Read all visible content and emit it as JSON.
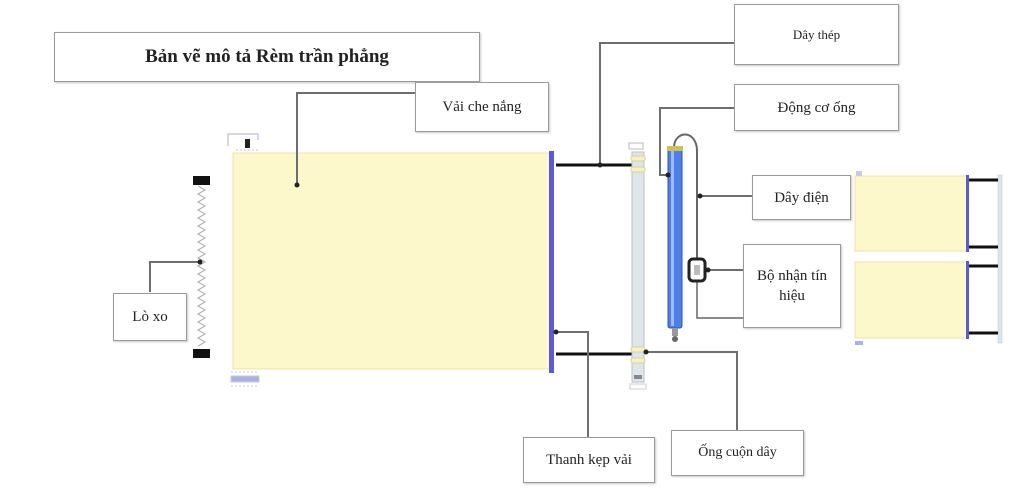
{
  "title": "Bản vẽ mô tả Rèm trần phẳng",
  "labels": {
    "fabric": "Vải che nắng",
    "steel_wire": "Dây thép",
    "tube_motor": "Động cơ ống",
    "power_cable": "Dây điện",
    "receiver": "Bộ nhận tín hiệu",
    "spring": "Lò xo",
    "clamp_bar": "Thanh kẹp vải",
    "winding_tube": "Ống cuộn dây"
  },
  "colors": {
    "fabric": "#fdf8cc",
    "clamp_bar": "#5a5ad8",
    "motor": "#4f7ee6",
    "tube": "#dfe6ea",
    "leader": "#6e6e6e",
    "wire": "#111111"
  },
  "icons": {
    "receiver": "receiver-box-icon",
    "spring": "spring-icon"
  }
}
